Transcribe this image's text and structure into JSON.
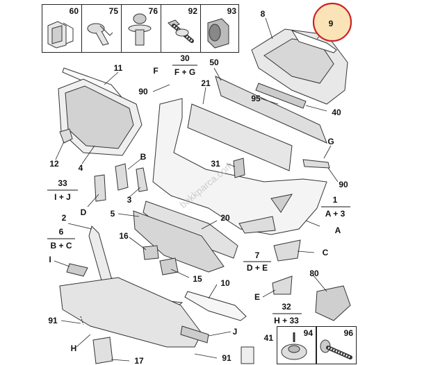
{
  "fasteners": [
    {
      "id": "60",
      "icon": "clip-nut-icon"
    },
    {
      "id": "75",
      "icon": "push-clip-icon"
    },
    {
      "id": "76",
      "icon": "rivet-icon"
    },
    {
      "id": "92",
      "icon": "screw-icon"
    },
    {
      "id": "93",
      "icon": "plug-icon"
    }
  ],
  "hardware": [
    {
      "id": "94",
      "icon": "washer-screw-icon"
    },
    {
      "id": "96",
      "icon": "flange-bolt-icon"
    },
    {
      "id": "80",
      "icon": "electronic-module-icon"
    },
    {
      "id": "41",
      "icon": "label-plate-icon"
    }
  ],
  "callouts": {
    "c8": "8",
    "c9": "9",
    "c11": "11",
    "c4": "4",
    "c12": "12",
    "c30": "30",
    "c30sub": "F + G",
    "cF": "F",
    "c90a": "90",
    "c50": "50",
    "c21": "21",
    "c95": "95",
    "c40": "40",
    "cG": "G",
    "c90b": "90",
    "cB": "B",
    "c31": "31",
    "c33": "33",
    "c33sub": "I + J",
    "c3": "3",
    "cD": "D",
    "c1": "1",
    "c1sub": "A + 3",
    "c5": "5",
    "c20": "20",
    "cA": "A",
    "c2": "2",
    "c6": "6",
    "c6sub": "B + C",
    "c16": "16",
    "c7": "7",
    "c7sub": "D + E",
    "cC": "C",
    "cI": "I",
    "c15": "15",
    "c10": "10",
    "cE": "E",
    "c91a": "91",
    "c32": "32",
    "c32sub": "H + 33",
    "cH": "H",
    "cJ": "J",
    "c17": "17",
    "c91b": "91"
  },
  "watermark": "bakkparca.com",
  "highlight": {
    "target": "9",
    "color": "#cc2222"
  }
}
